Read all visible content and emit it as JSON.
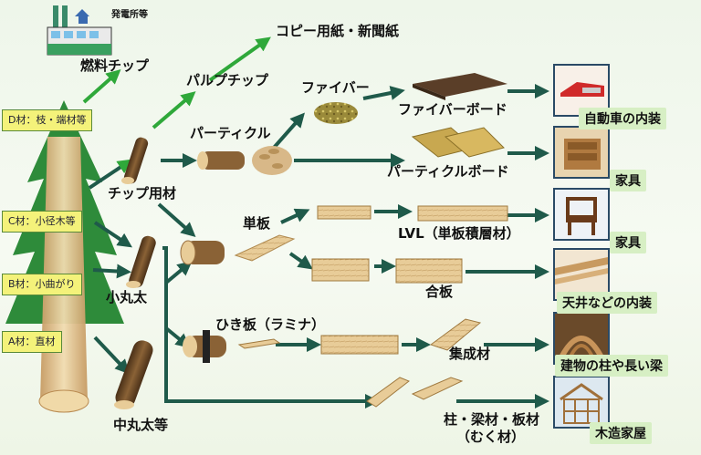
{
  "power_plant_label": "発電所等",
  "fuel_chip_label": "燃料チップ",
  "copy_paper_label": "コピー用紙・新聞紙",
  "pulp_chip_label": "パルプチップ",
  "fiber_label": "ファイバー",
  "fiberboard_label": "ファイバーボード",
  "particle_label": "パーティクル",
  "particleboard_label": "パーティクルボード",
  "chip_log_label": "チップ用材",
  "small_log_label": "小丸太",
  "medium_log_label": "中丸太等",
  "veneer_label": "単板",
  "lvl_label": "LVL（単板積層材）",
  "plywood_label": "合板",
  "lamina_label": "ひき板（ラミナ）",
  "glulam_label": "集成材",
  "solid_wood_label_1": "柱・梁材・板材",
  "solid_wood_label_2": "（むく材）",
  "grades": {
    "d": "D材：枝・端材等",
    "c": "C材：小径木等",
    "b": "B材：小曲がり",
    "a": "A材：直材"
  },
  "destinations": {
    "car_interior": "自動車の内装",
    "furniture_1": "家具",
    "furniture_2": "家具",
    "ceiling_interior": "天井などの内装",
    "pillars_beams": "建物の柱や長い梁",
    "wooden_house": "木造家屋"
  },
  "colors": {
    "arrow_dark": "#1f5a4a",
    "arrow_bright": "#2fa83a",
    "tree": "#2e8b3a",
    "grade_box": "#f4f27a",
    "dest_box": "#d7efc4",
    "wood_light": "#e0c08a",
    "wood_dark": "#6b4a2a"
  }
}
